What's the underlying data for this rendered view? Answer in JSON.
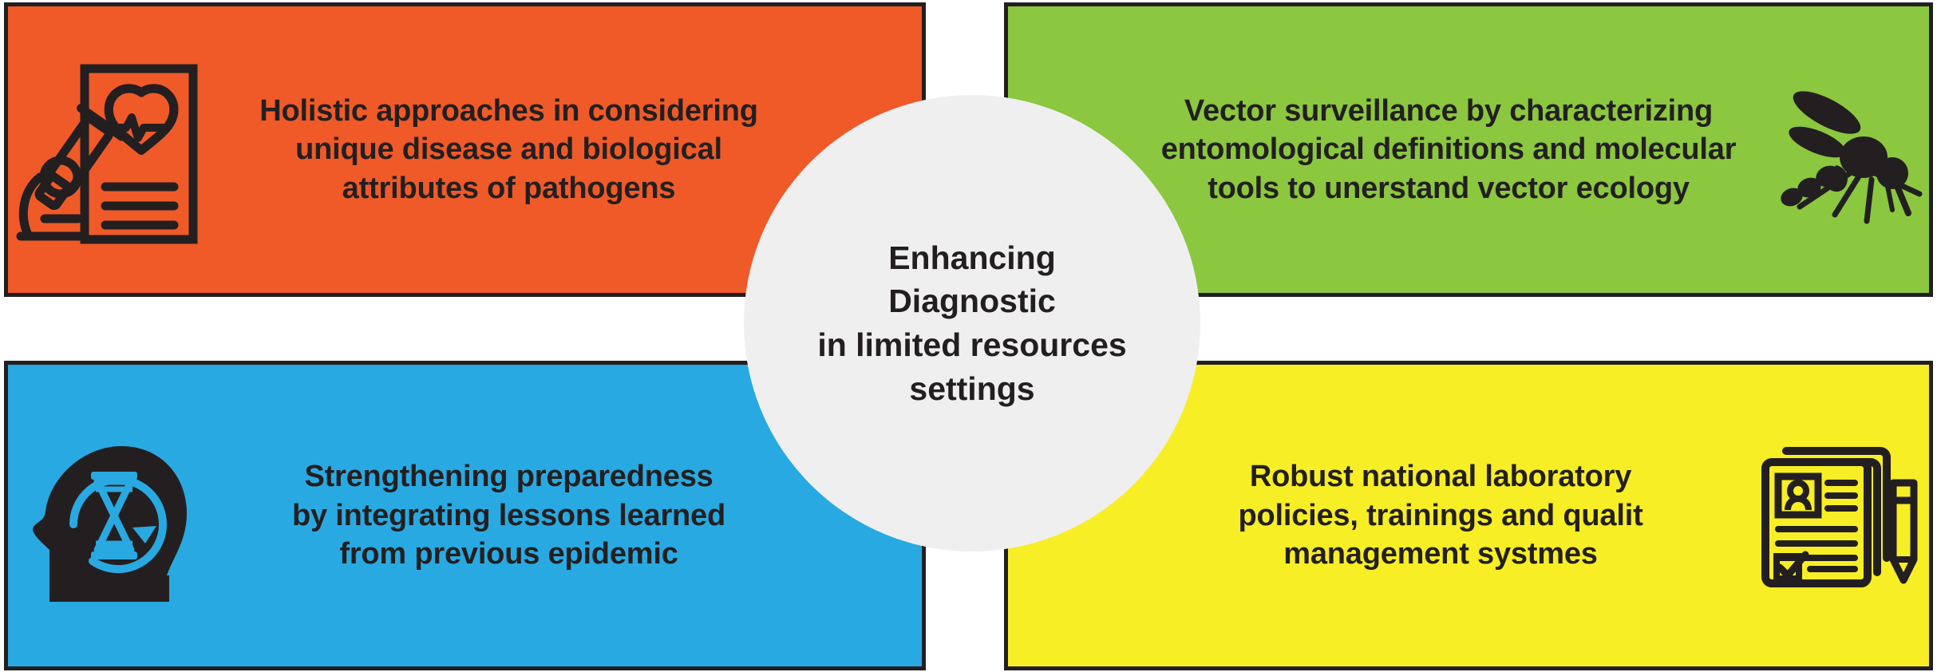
{
  "center": {
    "title_lines": [
      "Enhancing Diagnostic",
      "in limited resources",
      "settings"
    ],
    "title": "Enhancing Diagnostic in limited resources settings",
    "background_color": "#efefef",
    "text_color": "#231f20"
  },
  "panels": [
    {
      "id": "top-left",
      "icon": "microscope-report-icon",
      "icon_position": "left",
      "color": "#ef5a28",
      "text_color": "#231f20",
      "lines": [
        "Holistic approaches in considering",
        "unique disease and biological",
        "attributes of pathogens"
      ],
      "text": "Holistic approaches in considering unique disease and biological attributes of pathogens"
    },
    {
      "id": "top-right",
      "icon": "mosquito-icon",
      "icon_position": "right",
      "color": "#8bc73f",
      "text_color": "#231f20",
      "lines": [
        "Vector surveillance by characterizing",
        "entomological definitions and molecular",
        "tools to unerstand vector ecology"
      ],
      "text": "Vector surveillance by characterizing entomological definitions and molecular tools to unerstand vector ecology"
    },
    {
      "id": "bottom-left",
      "icon": "head-hourglass-icon",
      "icon_position": "left",
      "color": "#29a9e1",
      "text_color": "#231f20",
      "lines": [
        "Strengthening preparedness",
        "by integrating lessons learned",
        "from previous epidemic"
      ],
      "text": "Strengthening preparedness by integrating lessons learned from previous epidemic"
    },
    {
      "id": "bottom-right",
      "icon": "document-pencil-icon",
      "icon_position": "right",
      "color": "#f7ee25",
      "text_color": "#231f20",
      "lines": [
        "Robust national laboratory",
        "policies, trainings and qualit",
        "management systmes"
      ],
      "text": "Robust national laboratory policies, trainings and qualit management systmes"
    }
  ],
  "style": {
    "border_color": "#231f20",
    "page_background": "#ffffff"
  }
}
